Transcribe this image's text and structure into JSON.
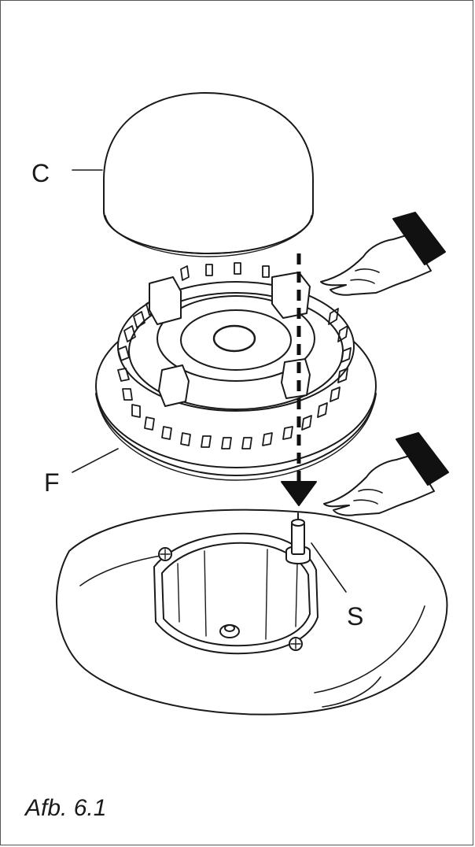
{
  "labels": {
    "cap": "C",
    "flame_spreader": "F",
    "spark_plug": "S"
  },
  "caption": "Afb. 6.1",
  "colors": {
    "line": "#1a1a1a",
    "fill": "#ffffff",
    "hand": "#111111"
  },
  "icons": [
    "pointing-hand-icon",
    "pointing-hand-icon"
  ]
}
